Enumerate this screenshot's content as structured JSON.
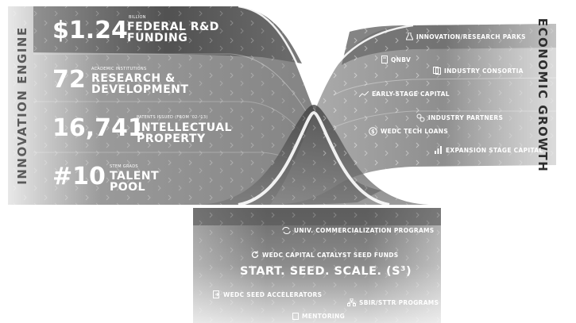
{
  "left_label": "INNOVATION ENGINE",
  "right_label": "ECONOMIC GROWTH",
  "stats": [
    {
      "value": "$1.24",
      "small": "BILLION",
      "title_line1": "FEDERAL R&D",
      "title_line2": "FUNDING"
    },
    {
      "value": "72",
      "small": "ACADEMIC INSTITUTIONS",
      "title_line1": "RESEARCH &",
      "title_line2": "DEVELOPMENT"
    },
    {
      "value": "16,741",
      "small": "PATENTS ISSUED (FROM '02-'13)",
      "title_line1": "INTELLECTUAL",
      "title_line2": "PROPERTY"
    },
    {
      "value": "#10",
      "small": "STEM GRADS",
      "title_line1": "TALENT",
      "title_line2": "POOL"
    }
  ],
  "growth_items": [
    {
      "label": "INNOVATION/RESEARCH PARKS",
      "icon": "flask-icon"
    },
    {
      "label": "QNBV",
      "icon": "document-icon"
    },
    {
      "label": "INDUSTRY CONSORTIA",
      "icon": "documents-icon"
    },
    {
      "label": "EARLY-STAGE CAPITAL",
      "icon": "trend-line-icon"
    },
    {
      "label": "INDUSTRY PARTNERS",
      "icon": "gears-icon"
    },
    {
      "label": "WEDC TECH LOANS",
      "icon": "dollar-coin-icon"
    },
    {
      "label": "EXPANSION STAGE CAPITAL",
      "icon": "bar-chart-icon"
    }
  ],
  "seed_items": [
    {
      "label": "UNIV. COMMERCIALIZATION PROGRAMS",
      "icon": "cycle-icon"
    },
    {
      "label": "WEDC CAPITAL CATALYST SEED FUNDS",
      "icon": "refresh-icon"
    },
    {
      "label": "WEDC SEED ACCELERATORS",
      "icon": "doc-arrow-icon"
    },
    {
      "label": "SBIR/STTR PROGRAMS",
      "icon": "org-chart-icon"
    },
    {
      "label": "MENTORING",
      "icon": "page-icon"
    }
  ],
  "center_title": "START. SEED. SCALE. (S³)"
}
